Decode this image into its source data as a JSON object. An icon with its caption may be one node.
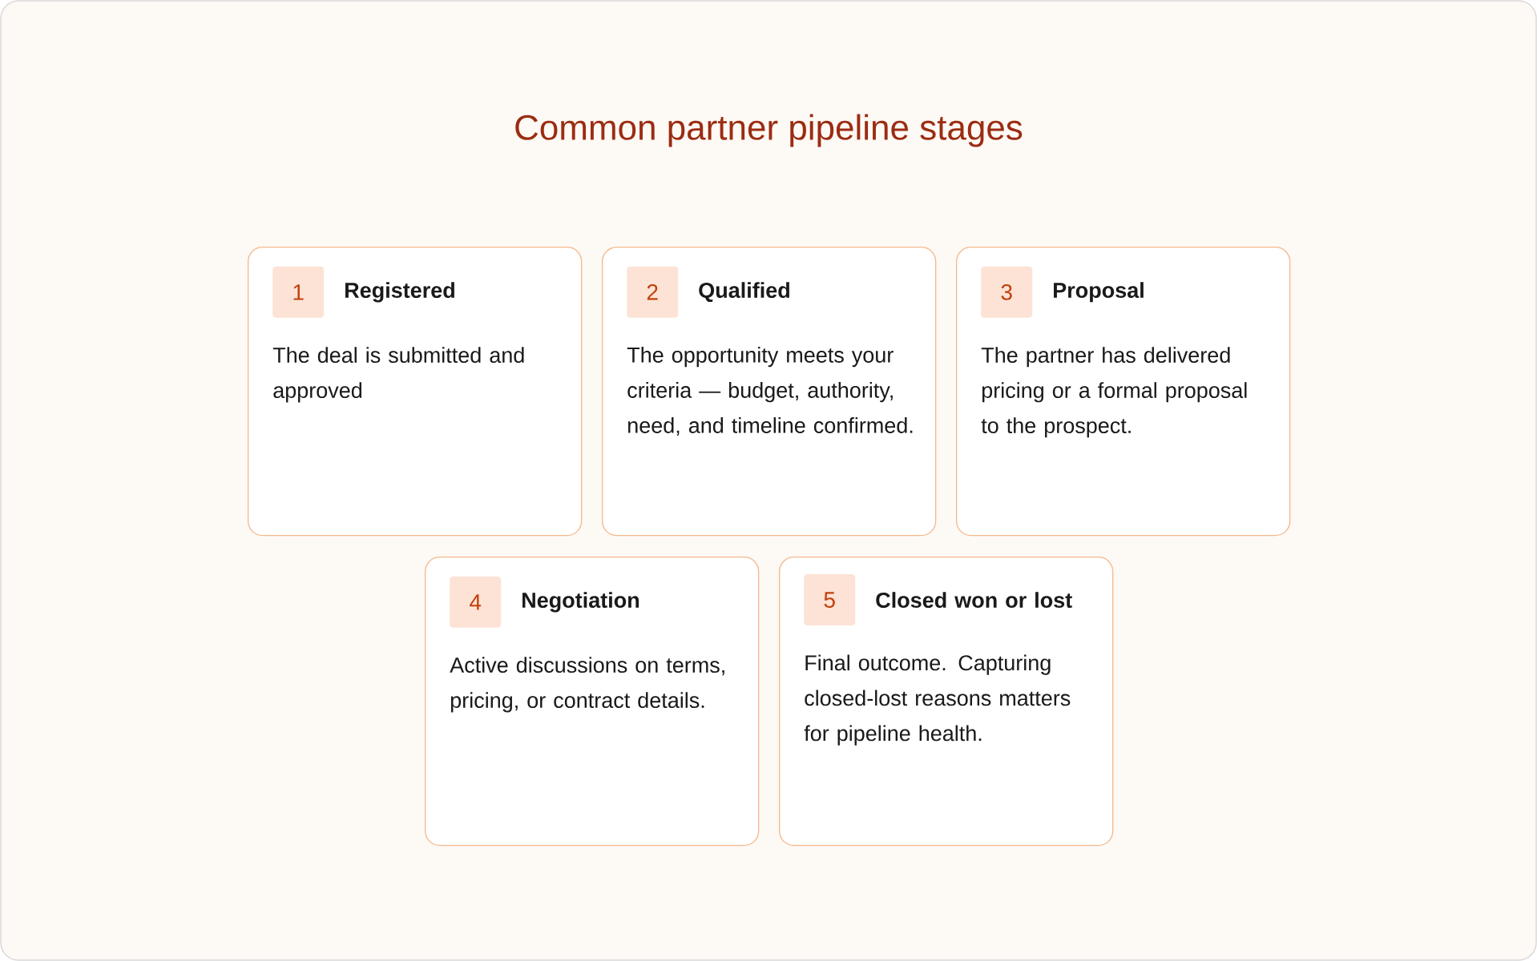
{
  "diagram": {
    "title": "Common partner pipeline stages",
    "nodes": [
      {
        "text": [
          "Registered",
          "The deal is submitted and approved"
        ]
      },
      {
        "text": [
          "1"
        ],
        "in": 0
      },
      {
        "text": [
          "Qualified",
          "The opportunity meets your criteria — budget, authority, need, and timeline confirmed."
        ]
      },
      {
        "text": [
          "2"
        ],
        "in": 2
      },
      {
        "text": [
          "Proposal",
          "The partner has delivered pricing or a formal proposal to the prospect."
        ]
      },
      {
        "text": [
          "3"
        ],
        "in": 4
      },
      {
        "text": [
          "Negotiation",
          "Active discussions on terms, pricing, or contract details."
        ]
      },
      {
        "text": [
          "4"
        ],
        "in": 6
      },
      {
        "text": [
          "Closed won or lost",
          "Final outcome. Capturing closed-lost reasons matters for pipeline health."
        ]
      },
      {
        "text": [
          "5"
        ],
        "in": 8
      }
    ]
  }
}
